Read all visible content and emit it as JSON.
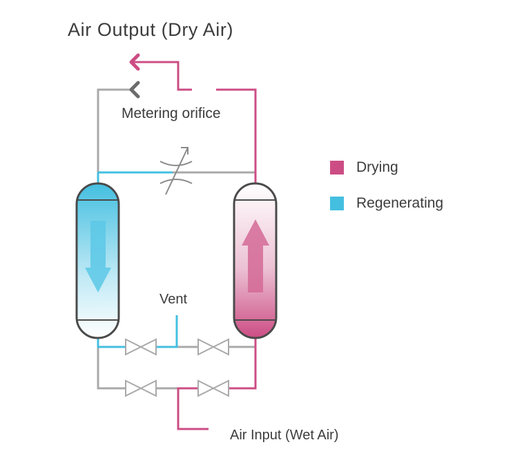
{
  "labels": {
    "title": "Air Output (Dry Air)",
    "metering_orifice": "Metering orifice",
    "vent": "Vent",
    "air_input": "Air Input (Wet Air)"
  },
  "legend": [
    {
      "label": "Drying",
      "color": "#cc4d84"
    },
    {
      "label": "Regenerating",
      "color": "#44bfe0"
    }
  ],
  "colors": {
    "drying": "#cc4d84",
    "regenerating": "#44bfe0",
    "pipe_gray": "#a9a9a9",
    "arrow_gray": "#6b6b6b",
    "outline": "#4a4a4a"
  },
  "towers": [
    {
      "name": "left-tower",
      "state": "Regenerating",
      "flow": "down"
    },
    {
      "name": "right-tower",
      "state": "Drying",
      "flow": "up"
    }
  ]
}
